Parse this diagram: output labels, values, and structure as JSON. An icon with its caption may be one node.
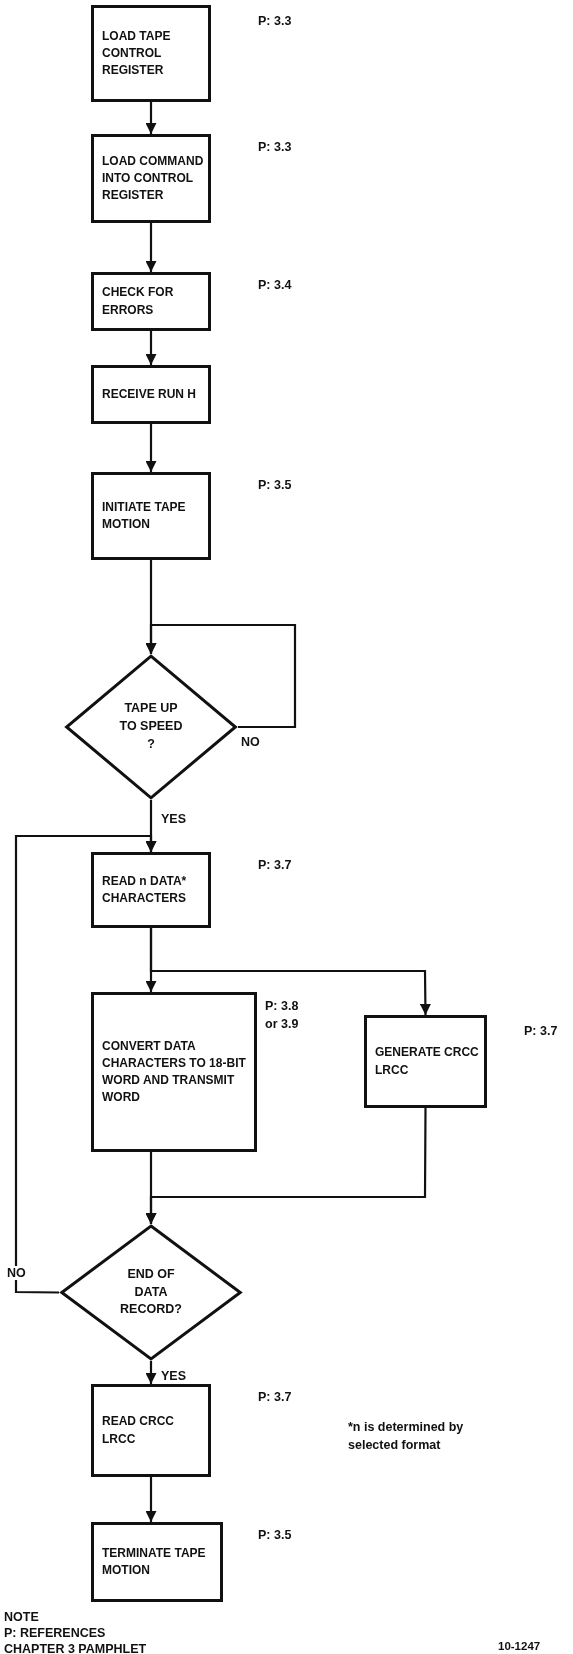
{
  "diagram": {
    "nodes": [
      {
        "text": [
          "LOAD TAPE CONTROL REGISTER"
        ],
        "beside": [
          "P: 3.3"
        ]
      },
      {
        "text": [
          "LOAD COMMAND INTO CONTROL REGISTER"
        ],
        "beside": [
          "P: 3.3"
        ]
      },
      {
        "text": [
          "CHECK FOR ERRORS"
        ],
        "beside": [
          "P: 3.4"
        ]
      },
      {
        "text": [
          "RECEIVE RUN H"
        ]
      },
      {
        "text": [
          "INITIATE TAPE MOTION"
        ],
        "beside": [
          "P: 3.5"
        ]
      },
      {
        "text": [
          "TAPE UP TO SPEED ?"
        ]
      },
      {
        "text": [
          "READ n DATA* CHARACTERS"
        ],
        "beside": [
          "P: 3.7"
        ]
      },
      {
        "text": [
          "CONVERT DATA CHARACTERS TO 18-BIT WORD AND TRANSMIT WORD"
        ],
        "beside": [
          "P: 3.8 or 3.9"
        ]
      },
      {
        "text": [
          "GENERATE CRCC LRCC"
        ],
        "beside": [
          "P: 3.7"
        ]
      },
      {
        "text": [
          "END OF DATA RECORD?"
        ]
      },
      {
        "text": [
          "READ CRCC LRCC"
        ],
        "beside": [
          "P: 3.7"
        ]
      },
      {
        "text": [
          "TERMINATE TAPE MOTION"
        ],
        "beside": [
          "P: 3.5"
        ]
      }
    ],
    "edges": [
      {
        "from": 0,
        "to": 1,
        "arrow": "to"
      },
      {
        "from": 1,
        "to": 2,
        "arrow": "to"
      },
      {
        "from": 2,
        "to": 3,
        "arrow": "to"
      },
      {
        "from": 3,
        "to": 4,
        "arrow": "to"
      },
      {
        "from": 4,
        "to": 5,
        "arrow": "to"
      },
      {
        "from": 5,
        "to": 5,
        "arrow": "to",
        "label": "NO"
      },
      {
        "from": 5,
        "to": 6,
        "arrow": "to",
        "label": "YES"
      },
      {
        "from": 6,
        "to": 7,
        "arrow": "to"
      },
      {
        "from": 6,
        "to": 8,
        "arrow": "to"
      },
      {
        "from": 7,
        "to": 9,
        "arrow": "to"
      },
      {
        "from": 8,
        "to": 9,
        "arrow": "to"
      },
      {
        "from": 9,
        "to": 6,
        "arrow": "to",
        "label": "NO"
      },
      {
        "from": 9,
        "to": 10,
        "arrow": "to",
        "label": "YES"
      },
      {
        "from": 10,
        "to": 11,
        "arrow": "to"
      }
    ],
    "labels": [
      "*n is determined by selected format",
      "NOTE",
      "P: REFERENCES",
      "CHAPTER 3 PAMPHLET",
      "10-1247"
    ]
  }
}
